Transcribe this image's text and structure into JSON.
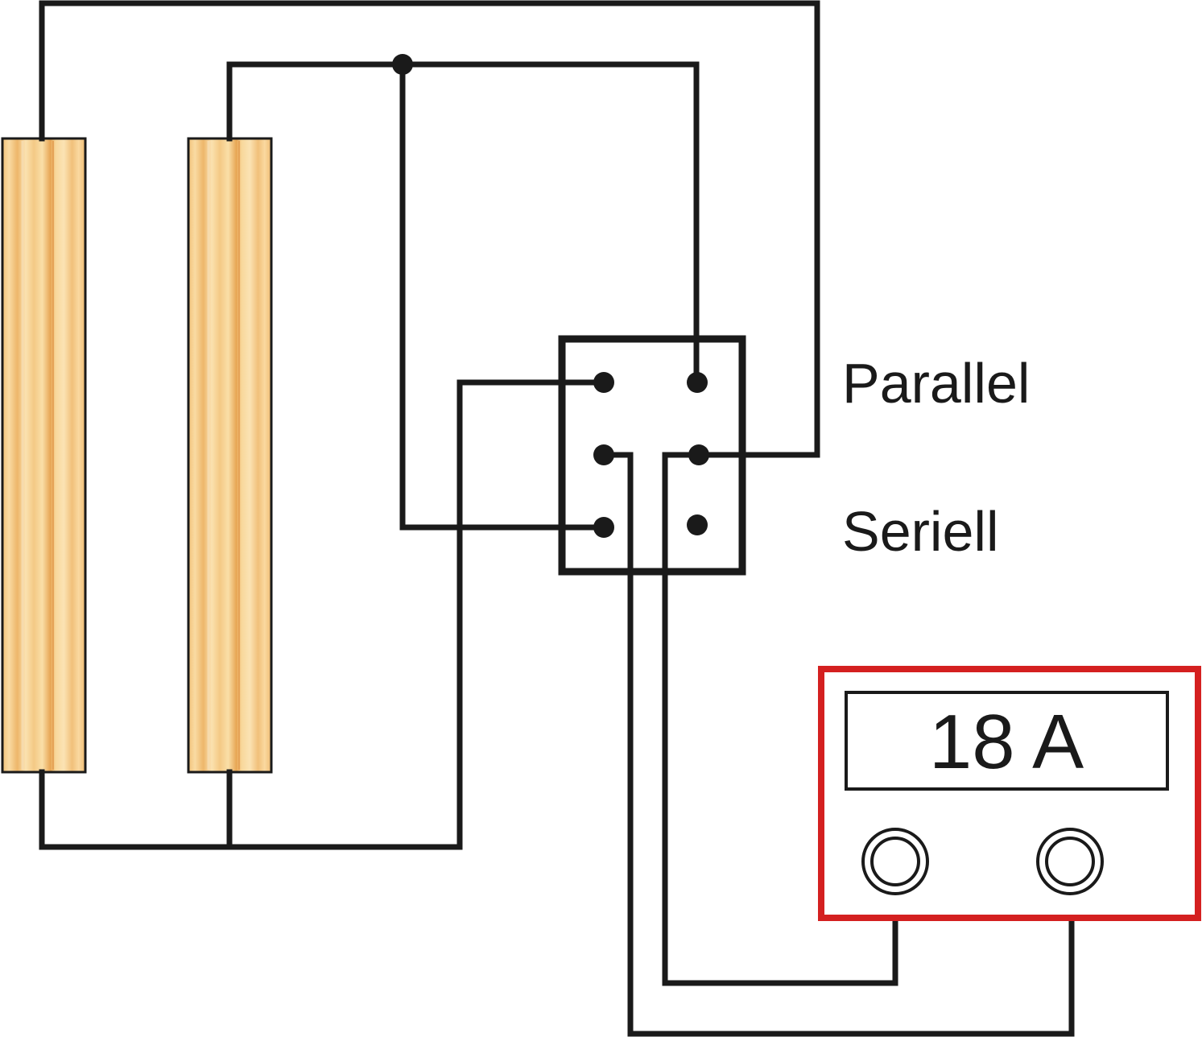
{
  "switch": {
    "label_top": "Parallel",
    "label_bottom": "Seriell"
  },
  "ammeter": {
    "reading": "18 A",
    "frame_color": "#d42020"
  },
  "colors": {
    "wire": "#1a1a1a",
    "plate_light": "#f8d79a",
    "plate_dark": "#e8a14a"
  }
}
